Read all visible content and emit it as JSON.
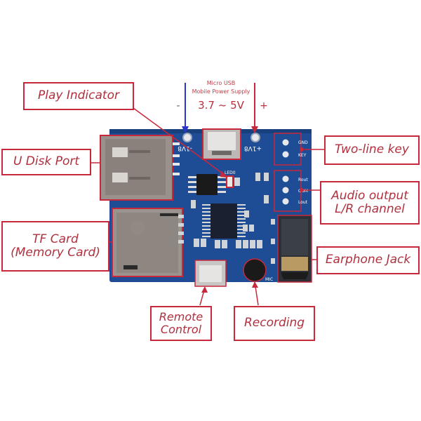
{
  "power": {
    "title_line1": "Micro USB",
    "title_line2": "Mobile Power Supply",
    "voltage": "3.7 ~ 5V",
    "minus": "-",
    "plus": "+",
    "minus_color": "#2b36c8",
    "plus_color": "#c8283c"
  },
  "labels": {
    "play_indicator": "Play Indicator",
    "u_disk_port": "U Disk Port",
    "tf_card_line1": "TF Card",
    "tf_card_line2": "(Memory Card)",
    "two_line_key": "Two-line key",
    "audio_output_line1": "Audio output",
    "audio_output_line2": "L/R channel",
    "earphone_jack": "Earphone Jack",
    "remote_control_line1": "Remote",
    "remote_control_line2": "Control",
    "recording": "Recording"
  },
  "board_silkscreen": {
    "bat_minus": "-1V8",
    "bat_plus": "+1V8",
    "led": "LED0",
    "gnd": "GND",
    "key": "KEY",
    "rout": "Rout",
    "com": "COM",
    "lout": "Lout",
    "mic": "MIC"
  },
  "colors": {
    "annotation_red": "#c8283c",
    "label_text": "#b0303e",
    "board_blue": "#1f4d95"
  }
}
